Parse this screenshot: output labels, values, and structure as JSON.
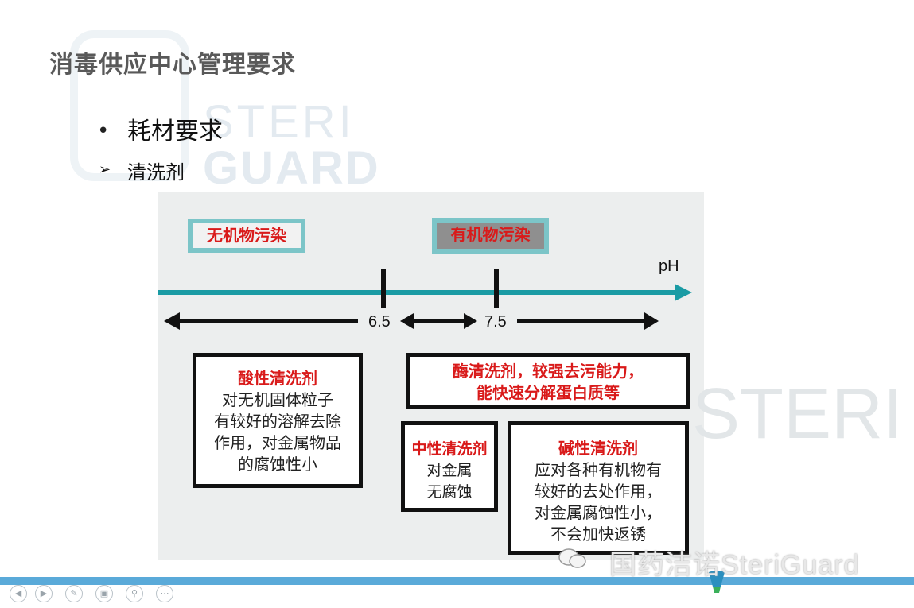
{
  "slide": {
    "title": "消毒供应中心管理要求",
    "bullet": "耗材要求",
    "sub_bullet": "清洗剂",
    "bullet_marker": "•",
    "sub_marker": "➢"
  },
  "watermark": {
    "line1": "STERI",
    "line2": "GUARD"
  },
  "diagram": {
    "labels": {
      "inorganic": "无机物污染",
      "organic": "有机物污染"
    },
    "axis": {
      "label": "pH",
      "tick1": "6.5",
      "tick2": "7.5"
    },
    "acid": {
      "title": "酸性清洗剂",
      "lines": [
        "对无机固体粒子",
        "有较好的溶解去除",
        "作用，对金属物品",
        "的腐蚀性小"
      ]
    },
    "enzyme": {
      "lines": [
        "酶清洗剂，较强去污能力，",
        "能快速分解蛋白质等"
      ]
    },
    "neutral": {
      "title": "中性清洗剂",
      "lines": [
        "对金属",
        "无腐蚀"
      ]
    },
    "alkaline": {
      "title": "碱性清洗剂",
      "lines": [
        "应对各种有机物有",
        "较好的去处作用，",
        "对金属腐蚀性小，",
        "不会加快返锈"
      ]
    }
  },
  "footer": {
    "wechat_text": "国药洁诺SteriGuard",
    "nav_buttons": [
      "prev-icon",
      "next-icon",
      "pen-icon",
      "slides-icon",
      "zoom-icon",
      "more-icon"
    ],
    "accent": "#5aaad9"
  },
  "colors": {
    "teal": "#1a9ba4",
    "red": "#d91a1a",
    "frame": "#7cc5c8"
  }
}
